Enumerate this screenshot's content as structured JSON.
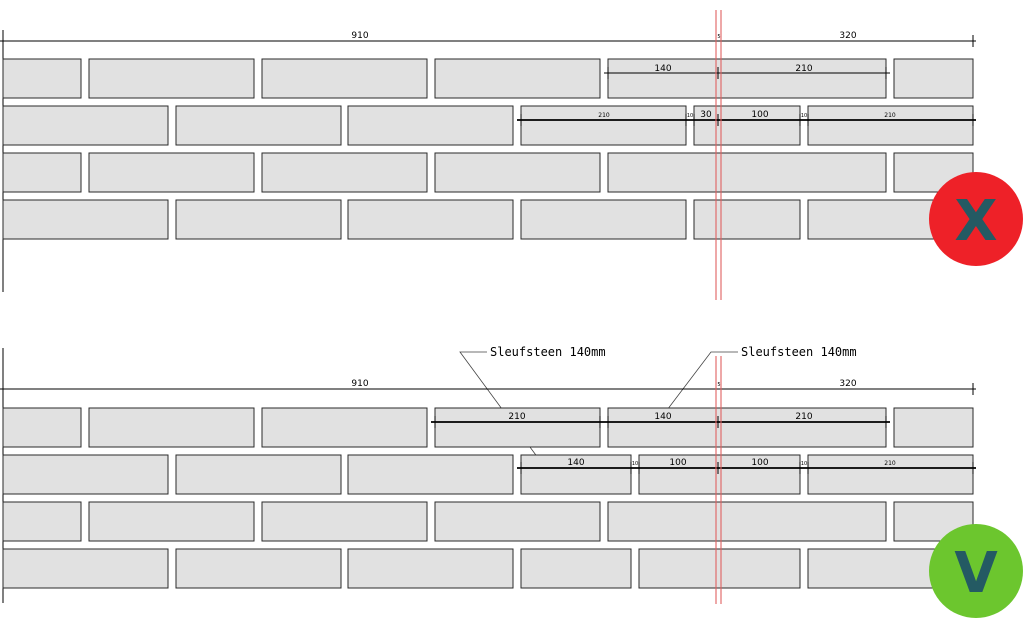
{
  "colors": {
    "brick_fill": "#e1e1e1",
    "brick_stroke": "#2a2a2a",
    "red_line": "#e06060",
    "wrong_badge": "#ee2128",
    "right_badge": "#6cc62e",
    "badge_letter": "#245a63"
  },
  "wrong_example": {
    "badge_letter": "X",
    "dims": {
      "total": "910",
      "right_total": "320",
      "small": "5",
      "row1_left": "140",
      "row1_right": "210",
      "row2_a": "210",
      "row2_b": "10",
      "row2_c": "30",
      "row2_d": "100",
      "row2_e": "10",
      "row2_f": "210"
    }
  },
  "right_example": {
    "badge_letter": "V",
    "note_left": "Sleufsteen 140mm",
    "note_right": "Sleufsteen 140mm",
    "dims": {
      "total": "910",
      "right_total": "320",
      "small": "5",
      "row1_a": "210",
      "row1_b": "140",
      "row1_c": "210",
      "row2_a": "140",
      "row2_b": "10",
      "row2_c": "100",
      "row2_d": "100",
      "row2_e": "10",
      "row2_f": "210"
    }
  }
}
